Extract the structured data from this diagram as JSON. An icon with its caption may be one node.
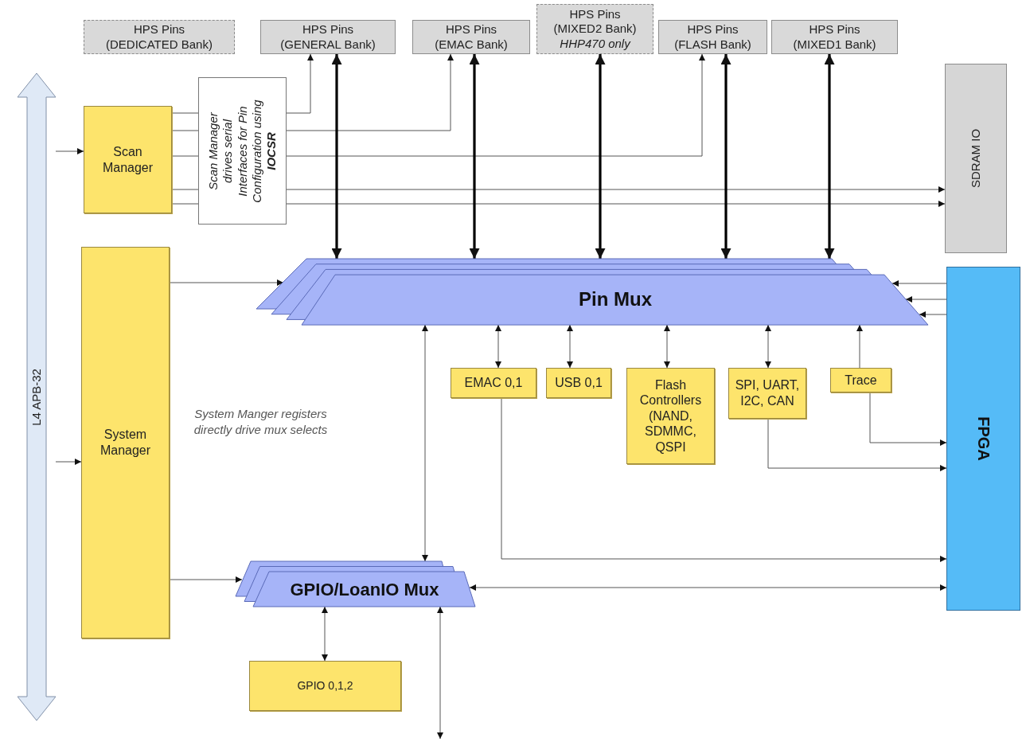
{
  "diagram": {
    "nodes": [
      {
        "text": [
          "HPS Pins (DEDICATED Bank)"
        ]
      },
      {
        "text": [
          "HPS Pins (GENERAL Bank)"
        ]
      },
      {
        "text": [
          "HPS Pins (EMAC Bank)"
        ]
      },
      {
        "text": [
          "HPS Pins (MIXED2 Bank)",
          "HHP470 only"
        ]
      },
      {
        "text": [
          "HPS Pins (FLASH Bank)"
        ]
      },
      {
        "text": [
          "HPS Pins (MIXED1 Bank)"
        ]
      },
      {
        "text": [
          "L4 APB-32"
        ]
      },
      {
        "text": [
          "Scan Manager"
        ]
      },
      {
        "text": [
          "Scan Manager drives serial Interfaces for Pin Configuration using **IOCSR**"
        ]
      },
      {
        "text": [
          "SDRAM IO"
        ]
      },
      {
        "text": [
          "System Manager"
        ]
      },
      {
        "text": [
          "Pin Mux"
        ]
      },
      {
        "text": [
          "FPGA"
        ]
      },
      {
        "text": [
          "EMAC 0,1"
        ]
      },
      {
        "text": [
          "USB 0,1"
        ]
      },
      {
        "text": [
          "Flash Controllers (NAND, SDMMC, QSPI"
        ]
      },
      {
        "text": [
          "SPI, UART, I2C, CAN"
        ]
      },
      {
        "text": [
          "Trace"
        ]
      },
      {
        "text": [
          "GPIO/LoanIO Mux"
        ]
      },
      {
        "text": [
          "GPIO 0,1,2"
        ]
      }
    ],
    "edges": [
      {
        "from": 6,
        "to": 7,
        "arrow": "to"
      },
      {
        "from": 6,
        "to": 10,
        "arrow": "to"
      },
      {
        "from": 7,
        "to": 8,
        "arrow": "none"
      },
      {
        "from": 7,
        "to": 8,
        "arrow": "none"
      },
      {
        "from": 7,
        "to": 8,
        "arrow": "none"
      },
      {
        "from": 7,
        "to": 8,
        "arrow": "none"
      },
      {
        "from": 7,
        "to": 8,
        "arrow": "none"
      },
      {
        "from": 8,
        "to": 1,
        "arrow": "to"
      },
      {
        "from": 8,
        "to": 2,
        "arrow": "to"
      },
      {
        "from": 8,
        "to": 4,
        "arrow": "to"
      },
      {
        "from": 8,
        "to": 9,
        "arrow": "to"
      },
      {
        "from": 8,
        "to": 9,
        "arrow": "to"
      },
      {
        "from": 1,
        "to": 11,
        "arrow": "both",
        "style": "thick",
        "color": "#000000"
      },
      {
        "from": 2,
        "to": 11,
        "arrow": "both",
        "style": "thick",
        "color": "#000000"
      },
      {
        "from": 3,
        "to": 11,
        "arrow": "both",
        "style": "thick",
        "color": "#000000"
      },
      {
        "from": 4,
        "to": 11,
        "arrow": "both",
        "style": "thick",
        "color": "#000000"
      },
      {
        "from": 5,
        "to": 11,
        "arrow": "both",
        "style": "thick",
        "color": "#000000"
      },
      {
        "from": 10,
        "to": 11,
        "arrow": "to"
      },
      {
        "from": 10,
        "to": 18,
        "arrow": "to"
      },
      {
        "from": 12,
        "to": 11,
        "arrow": "to"
      },
      {
        "from": 12,
        "to": 11,
        "arrow": "to"
      },
      {
        "from": 12,
        "to": 11,
        "arrow": "to"
      },
      {
        "from": 11,
        "to": 13,
        "arrow": "both"
      },
      {
        "from": 11,
        "to": 14,
        "arrow": "both"
      },
      {
        "from": 11,
        "to": 15,
        "arrow": "both"
      },
      {
        "from": 11,
        "to": 16,
        "arrow": "both"
      },
      {
        "from": 17,
        "to": 11,
        "arrow": "to"
      },
      {
        "from": 16,
        "to": 12,
        "arrow": "to"
      },
      {
        "from": 17,
        "to": 12,
        "arrow": "to"
      },
      {
        "from": 13,
        "to": 12,
        "arrow": "to"
      },
      {
        "from": 18,
        "to": 11,
        "arrow": "both"
      },
      {
        "from": 18,
        "to": 12,
        "arrow": "both"
      },
      {
        "from": 18,
        "to": 19,
        "arrow": "both"
      },
      {
        "from": 18,
        "to": null,
        "arrow": "both"
      }
    ],
    "labels": [
      "System Manger registers directly drive mux selects"
    ]
  }
}
